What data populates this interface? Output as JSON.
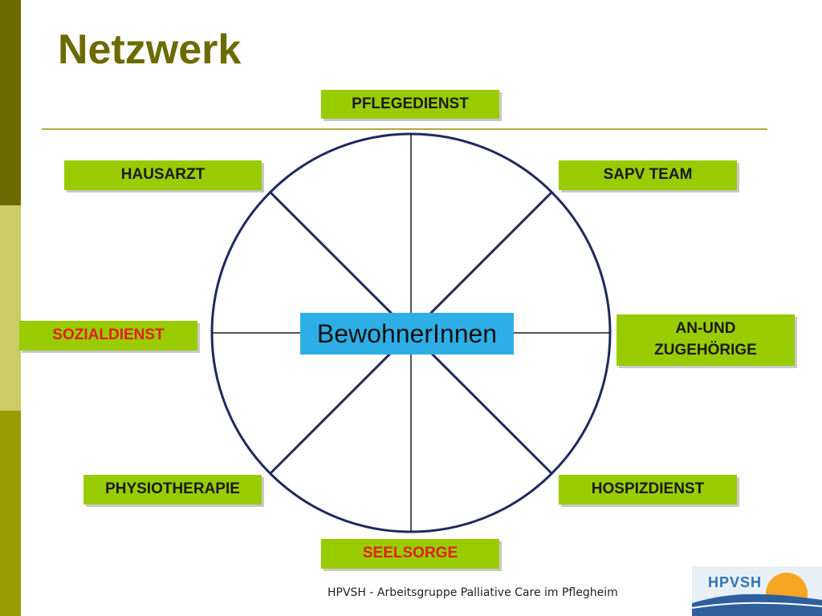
{
  "slide": {
    "title": "Netzwerk",
    "center": "BewohnerInnen",
    "footer": "HPVSH - Arbeitsgruppe Palliative Care im Pflegheim",
    "logo_text": "HPVSH"
  },
  "nodes": {
    "pflegedienst": "PFLEGEDIENST",
    "hausarzt": "HAUSARZT",
    "sapv_team": "SAPV TEAM",
    "sozialdienst": "SOZIALDIENST",
    "an_und_zugehoerige": "AN-UND ZUGEHÖRIGE",
    "physiotherapie": "PHYSIOTHERAPIE",
    "hospizdienst": "HOSPIZDIENST",
    "seelsorge": "SEELSORGE"
  },
  "colors": {
    "title": "#6b6b00",
    "box_fill": "#99cc00",
    "center_fill": "#2eaee6",
    "circle_stroke": "#1f2a5c",
    "highlight_text": "#e31e1e"
  }
}
